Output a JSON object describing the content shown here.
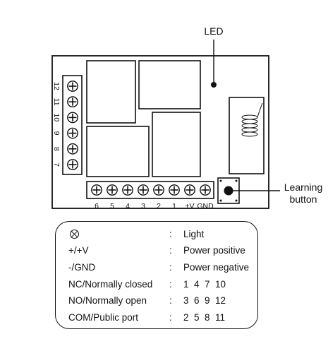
{
  "callouts": {
    "led": "LED",
    "learning_button_line1": "Learning",
    "learning_button_line2": "button"
  },
  "left_terminal_labels": [
    "12",
    "11",
    "10",
    "9",
    "8",
    "7"
  ],
  "bottom_terminal_labels": [
    "6",
    "5",
    "4",
    "3",
    "2",
    "1",
    "+V",
    "GND"
  ],
  "legend": {
    "rows": [
      {
        "term": "",
        "term_icon": "light-symbol-icon",
        "colon": ":",
        "desc": "Light"
      },
      {
        "term": "+/+V",
        "colon": ":",
        "desc": "Power positive"
      },
      {
        "term": "-/GND",
        "colon": ":",
        "desc": "Power negative"
      },
      {
        "term": "NC/Normally closed",
        "colon": ":",
        "desc": "1  4  7  10"
      },
      {
        "term": "NO/Normally open",
        "colon": ":",
        "desc": "3  6  9  12"
      },
      {
        "term": "COM/Public port",
        "colon": ":",
        "desc": "2  5  8  11"
      }
    ]
  }
}
